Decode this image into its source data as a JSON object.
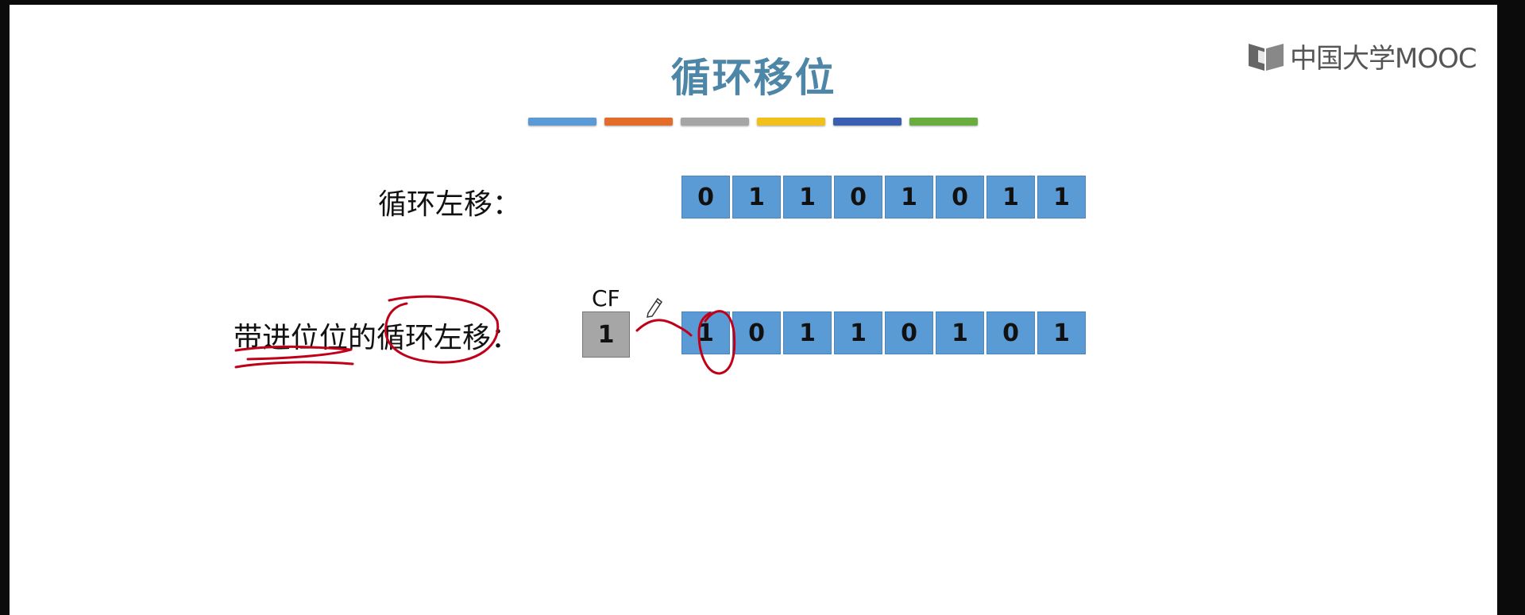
{
  "slide": {
    "title": "循环移位",
    "title_color": "#4e86a8",
    "color_strip": [
      "#5b9bd5",
      "#e46c2a",
      "#a5a5a5",
      "#f2c01a",
      "#3a5fb0",
      "#6aad3f"
    ]
  },
  "logo": {
    "text": "中国大学MOOC",
    "icon": "mooc-book-icon"
  },
  "rotate_left": {
    "label": "循环左移：",
    "bits": [
      "0",
      "1",
      "1",
      "0",
      "1",
      "0",
      "1",
      "1"
    ],
    "bit_color": "#5b9bd5"
  },
  "rotate_left_carry": {
    "label": "带进位位的循环左移：",
    "cf_label": "CF",
    "cf_value": "1",
    "bits": [
      "1",
      "0",
      "1",
      "1",
      "0",
      "1",
      "0",
      "1"
    ]
  },
  "annotations": {
    "ink_color": "#c00018",
    "cursor_icon": "pencil-icon"
  }
}
